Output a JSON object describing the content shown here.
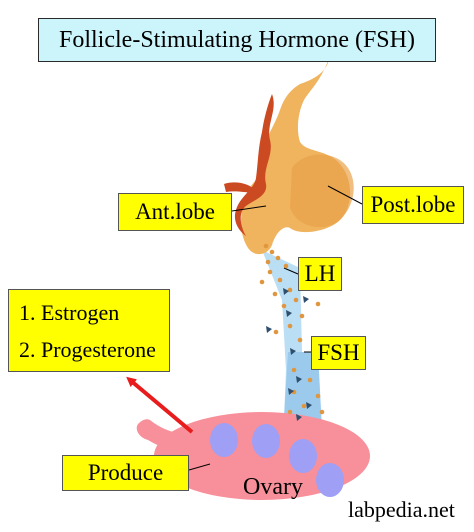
{
  "title": "Follicle-Stimulating Hormone (FSH)",
  "labels": {
    "anterior_lobe": "Ant.lobe",
    "posterior_lobe": "Post.lobe",
    "lh": "LH",
    "fsh": "FSH",
    "produce": "Produce",
    "ovary": "Ovary"
  },
  "products": [
    "1. Estrogen",
    "2. Progesterone"
  ],
  "watermark": "labpedia.net",
  "colors": {
    "title_bg": "#ccf4fb",
    "label_bg": "#ffff00",
    "pituitary": "#f0b35e",
    "hypothalamic_vessel": "#cc4a22",
    "ovary": "#f7909a",
    "follicle": "#9f9ff5",
    "hormone_flow": "#b3daf3",
    "dots": "#e0963f",
    "triangles": "#2f4f6f",
    "arrow": "#e81c1c"
  }
}
